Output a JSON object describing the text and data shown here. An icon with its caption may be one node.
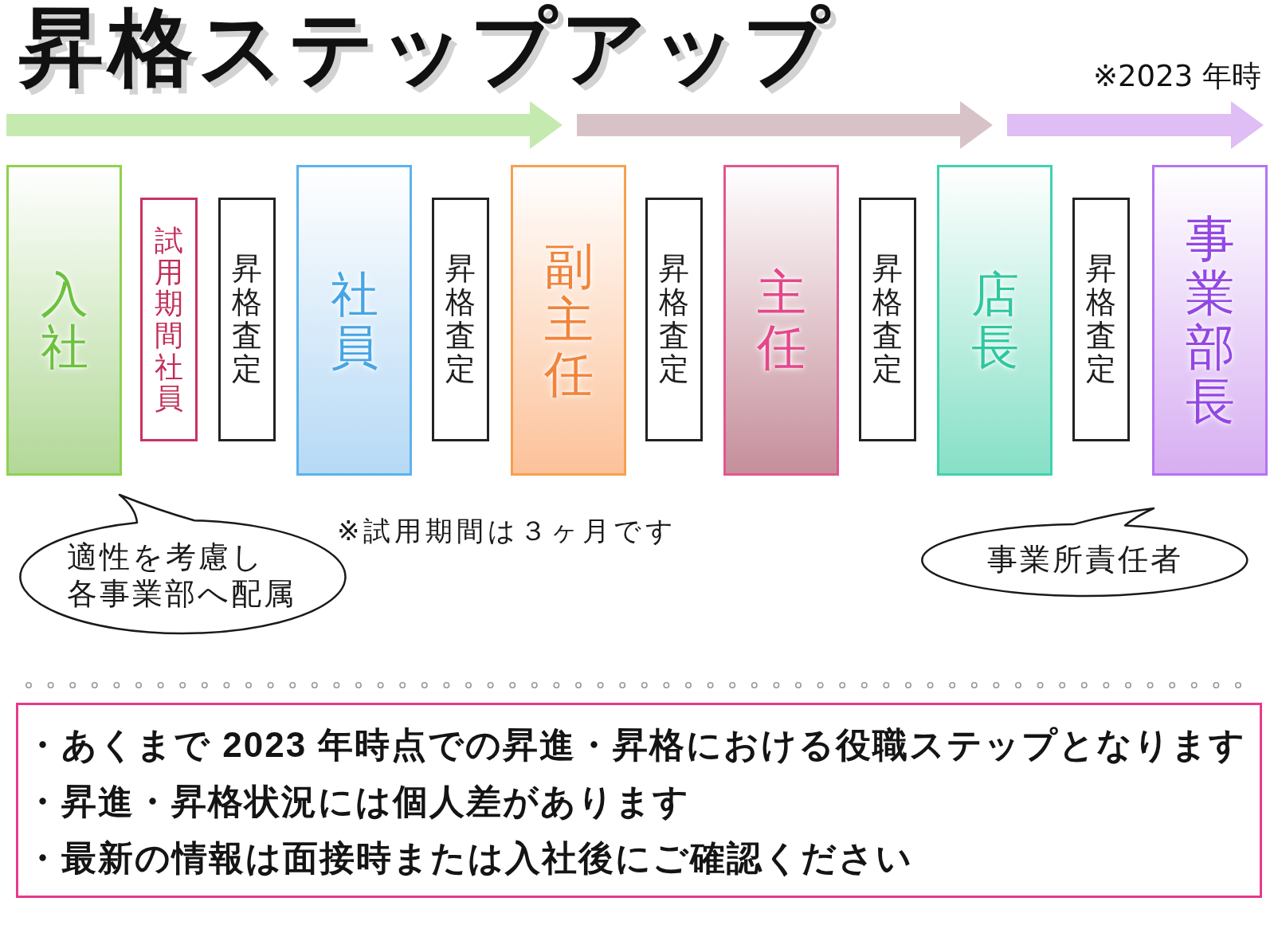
{
  "diagram": {
    "title": "昇格ステップアップ",
    "nodes": [
      {
        "text": [
          "入社"
        ]
      },
      {
        "text": [
          "試用期間社員"
        ]
      },
      {
        "text": [
          "昇格査定"
        ]
      },
      {
        "text": [
          "社員"
        ]
      },
      {
        "text": [
          "昇格査定"
        ]
      },
      {
        "text": [
          "副主任"
        ]
      },
      {
        "text": [
          "昇格査定"
        ]
      },
      {
        "text": [
          "主任"
        ]
      },
      {
        "text": [
          "昇格査定"
        ]
      },
      {
        "text": [
          "店長"
        ]
      },
      {
        "text": [
          "昇格査定"
        ]
      },
      {
        "text": [
          "事業部長"
        ]
      },
      {
        "text": [
          "適性を考慮し各事業部へ配属"
        ]
      },
      {
        "text": [
          "事業所責任者"
        ]
      },
      {
        "text": [
          "・あくまで 2023 年時点での昇進・昇格における役職ステップとなります",
          "・昇進・昇格状況には個人差があります",
          "・最新の情報は面接時または入社後にご確認ください"
        ]
      }
    ],
    "labels": [
      "※2023 年時",
      "※試用期間は３ヶ月です"
    ]
  }
}
